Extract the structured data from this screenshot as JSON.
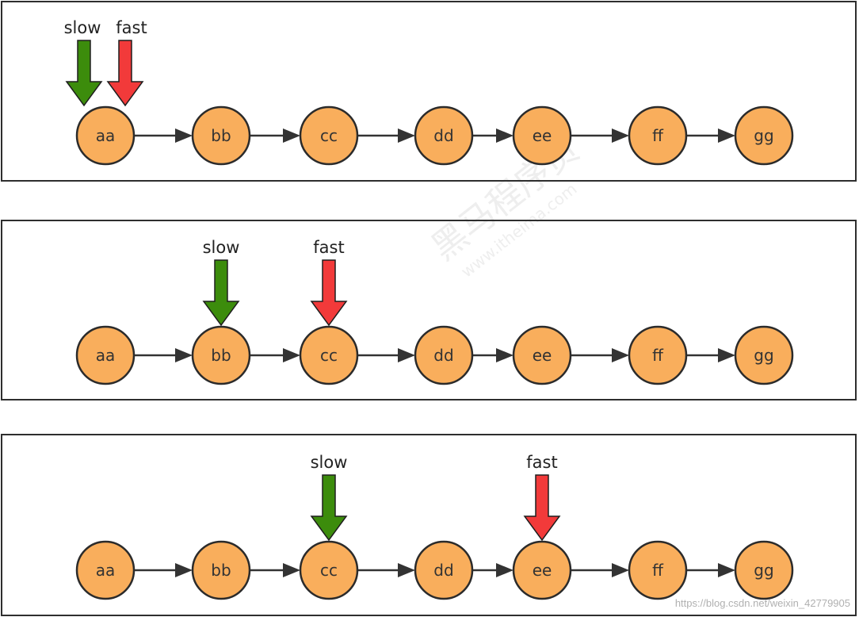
{
  "panels": [
    {
      "nodes": [
        "aa",
        "bb",
        "cc",
        "dd",
        "ee",
        "ff",
        "gg"
      ],
      "slow": {
        "label": "slow",
        "at": 0
      },
      "fast": {
        "label": "fast",
        "at": 0
      }
    },
    {
      "nodes": [
        "aa",
        "bb",
        "cc",
        "dd",
        "ee",
        "ff",
        "gg"
      ],
      "slow": {
        "label": "slow",
        "at": 1
      },
      "fast": {
        "label": "fast",
        "at": 2
      }
    },
    {
      "nodes": [
        "aa",
        "bb",
        "cc",
        "dd",
        "ee",
        "ff",
        "gg"
      ],
      "slow": {
        "label": "slow",
        "at": 2
      },
      "fast": {
        "label": "fast",
        "at": 4
      }
    }
  ],
  "colors": {
    "node_fill": "#F9AE5C",
    "node_stroke": "#2B2B2B",
    "edge": "#333333",
    "slow_arrow": "#3C8C0C",
    "fast_arrow": "#F23A3A",
    "panel_border": "#2E2E2E"
  },
  "watermark": {
    "cn": "黑马程序员",
    "url": "www.itheima.com"
  },
  "credit": "https://blog.csdn.net/weixin_42779905"
}
